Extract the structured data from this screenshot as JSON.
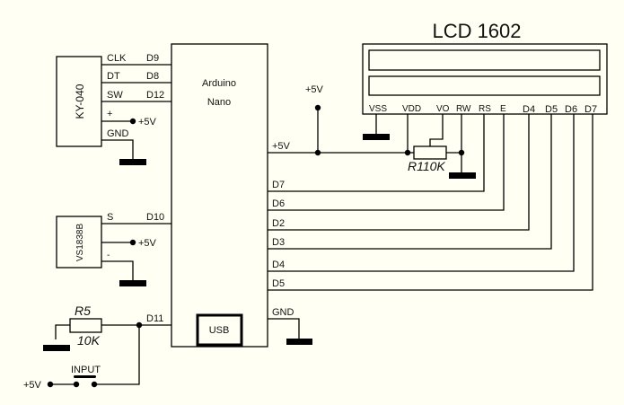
{
  "diagram": {
    "type": "schematic",
    "title": "Arduino Nano + LCD 1602 wiring",
    "colors": {
      "background": "#fffff3",
      "ink": "#000000"
    }
  },
  "arduino": {
    "name_line1": "Arduino",
    "name_line2": "Nano",
    "usb_label": "USB",
    "pins_right": {
      "vcc": "+5V",
      "d7": "D7",
      "d6": "D6",
      "d2": "D2",
      "d3": "D3",
      "d4": "D4",
      "d5": "D5",
      "gnd": "GND"
    }
  },
  "encoder": {
    "name": "KY-040",
    "pins": [
      "CLK",
      "DT",
      "SW",
      "+",
      "GND"
    ],
    "arduino_pins": [
      "D9",
      "D8",
      "D12"
    ],
    "supply": "+5V"
  },
  "ir_receiver": {
    "name": "VS1838B",
    "pins": [
      "S",
      "-"
    ],
    "arduino_pin": "D10",
    "supply": "+5V"
  },
  "button_circuit": {
    "resistor_name": "R5",
    "resistor_value": "10K",
    "arduino_pin": "D11",
    "button_label": "INPUT",
    "supply": "+5V"
  },
  "lcd": {
    "title": "LCD 1602",
    "pins": [
      "VSS",
      "VDD",
      "VO",
      "RW",
      "RS",
      "E",
      "D4",
      "D5",
      "D6",
      "D7"
    ],
    "supply": "+5V",
    "pot_label": "R110K"
  }
}
